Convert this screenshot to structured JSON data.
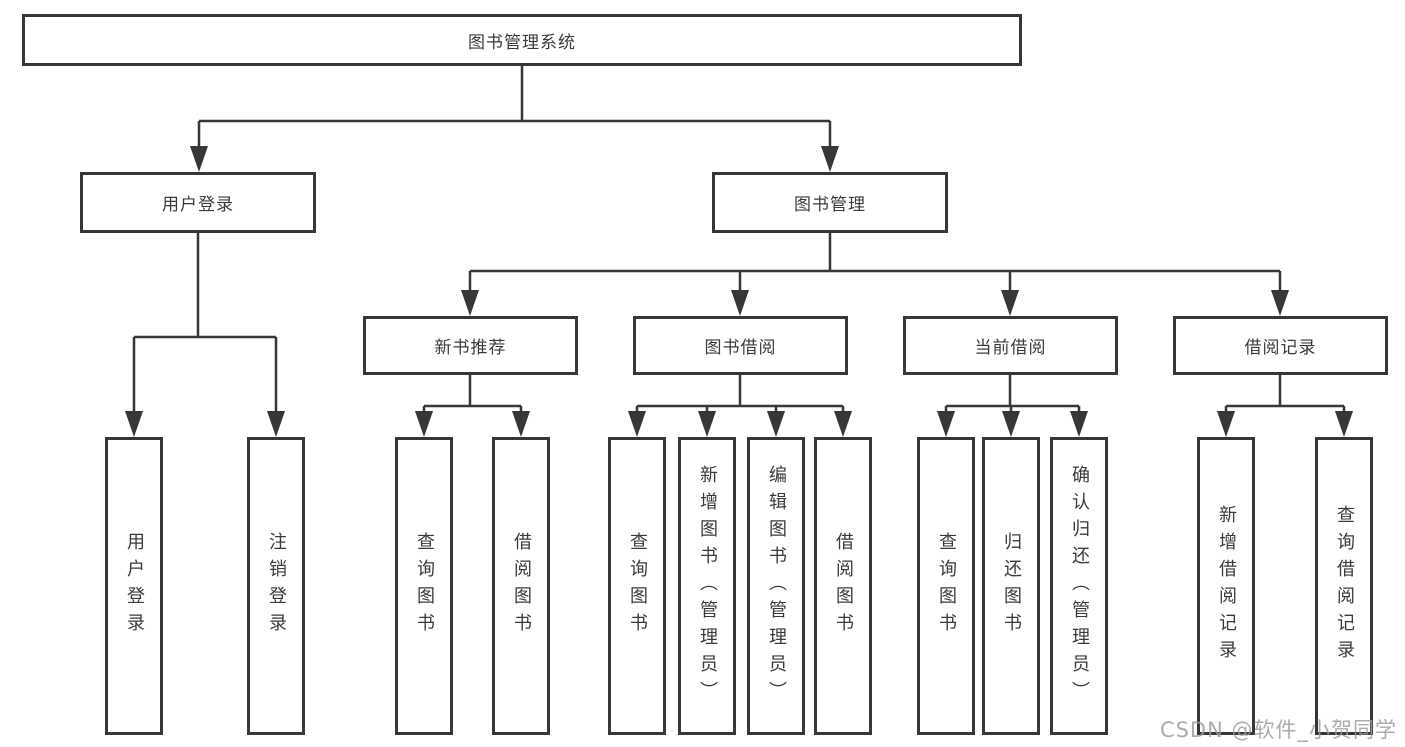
{
  "diagram": {
    "root": {
      "label": "图书管理系统"
    },
    "branches": [
      {
        "label": "用户登录",
        "leaves": [
          {
            "label": "用户登录"
          },
          {
            "label": "注销登录"
          }
        ]
      },
      {
        "label": "图书管理",
        "sections": [
          {
            "label": "新书推荐",
            "leaves": [
              {
                "label": "查询图书"
              },
              {
                "label": "借阅图书"
              }
            ]
          },
          {
            "label": "图书借阅",
            "leaves": [
              {
                "label": "查询图书"
              },
              {
                "label": "新增图书（管理员）"
              },
              {
                "label": "编辑图书（管理员）"
              },
              {
                "label": "借阅图书"
              }
            ]
          },
          {
            "label": "当前借阅",
            "leaves": [
              {
                "label": "查询图书"
              },
              {
                "label": "归还图书"
              },
              {
                "label": "确认归还（管理员）"
              }
            ]
          },
          {
            "label": "借阅记录",
            "leaves": [
              {
                "label": "新增借阅记录"
              },
              {
                "label": "查询借阅记录"
              }
            ]
          }
        ]
      }
    ]
  },
  "watermark": {
    "text": "CSDN @软件_小贺同学"
  },
  "colors": {
    "line": "#373737",
    "text": "#3a3a3a",
    "watermark": "#9e9e9e",
    "background": "#ffffff"
  }
}
